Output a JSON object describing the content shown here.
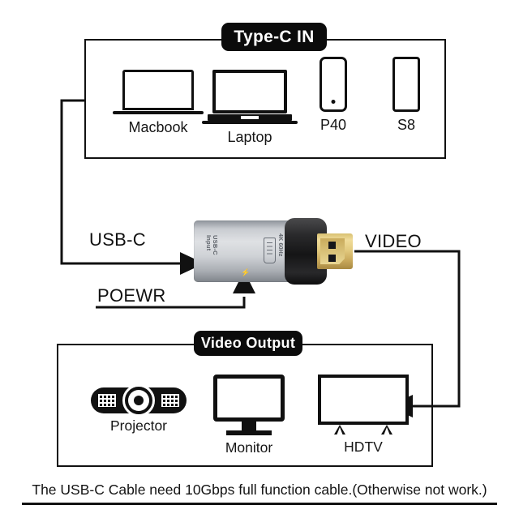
{
  "diagram": {
    "title_caption": "The USB-C Cable need 10Gbps full function cable.(Otherwise not work.)",
    "input_group": {
      "badge": "Type-C IN",
      "devices": [
        {
          "label": "Macbook",
          "icon": "macbook-icon"
        },
        {
          "label": "Laptop",
          "icon": "laptop-icon"
        },
        {
          "label": "P40",
          "icon": "phone-p40-icon"
        },
        {
          "label": "S8",
          "icon": "phone-s8-icon"
        }
      ]
    },
    "output_group": {
      "badge": "Video Output",
      "devices": [
        {
          "label": "Projector",
          "icon": "projector-icon"
        },
        {
          "label": "Monitor",
          "icon": "monitor-icon"
        },
        {
          "label": "HDTV",
          "icon": "hdtv-icon"
        }
      ]
    },
    "flows": [
      {
        "label": "USB-C",
        "direction": "into-adapter-left"
      },
      {
        "label": "POEWR",
        "direction": "into-adapter-bottom"
      },
      {
        "label": "VIDEO",
        "direction": "out-of-adapter-right"
      }
    ],
    "adapter": {
      "name": "usb-c-to-hdmi-adapter",
      "side_text_line1": "USB-C",
      "side_text_line2": "Input",
      "spec_text": "4K 60Hz",
      "power_glyph": "⚡",
      "colors": {
        "shell": "#cfd2d6",
        "hood": "#1b1b1d",
        "connector_gold": "#e3cb80"
      }
    },
    "colors": {
      "line": "#111111",
      "badge_bg": "#0b0b0b",
      "badge_text": "#ffffff",
      "background": "#ffffff"
    }
  }
}
